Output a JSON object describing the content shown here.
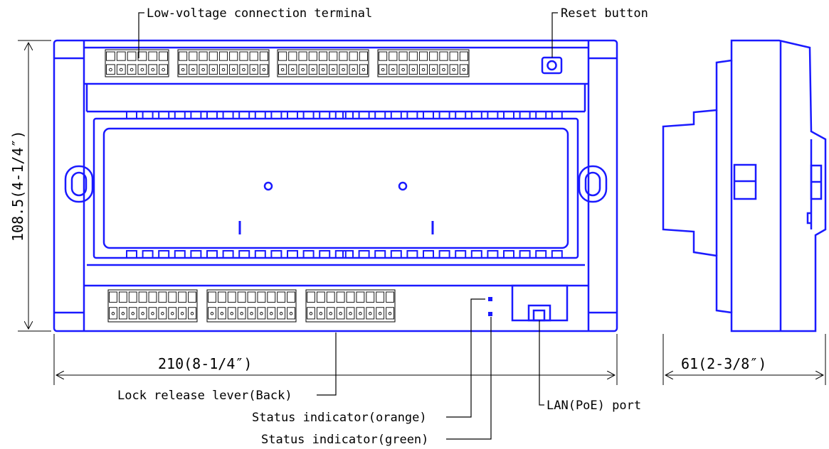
{
  "callouts": {
    "low_voltage_terminal": "Low-voltage connection terminal",
    "reset_button": "Reset button",
    "lock_release_lever": "Lock release lever(Back)",
    "status_orange": "Status indicator(orange)",
    "status_green": "Status indicator(green)",
    "lan_port": "LAN(PoE) port"
  },
  "dimensions": {
    "width": "210(8-1/4″)",
    "height": "108.5(4-1/4″)",
    "depth": "61(2-3/8″)"
  },
  "colors": {
    "outline": "#1a1aff",
    "line": "#000000"
  }
}
